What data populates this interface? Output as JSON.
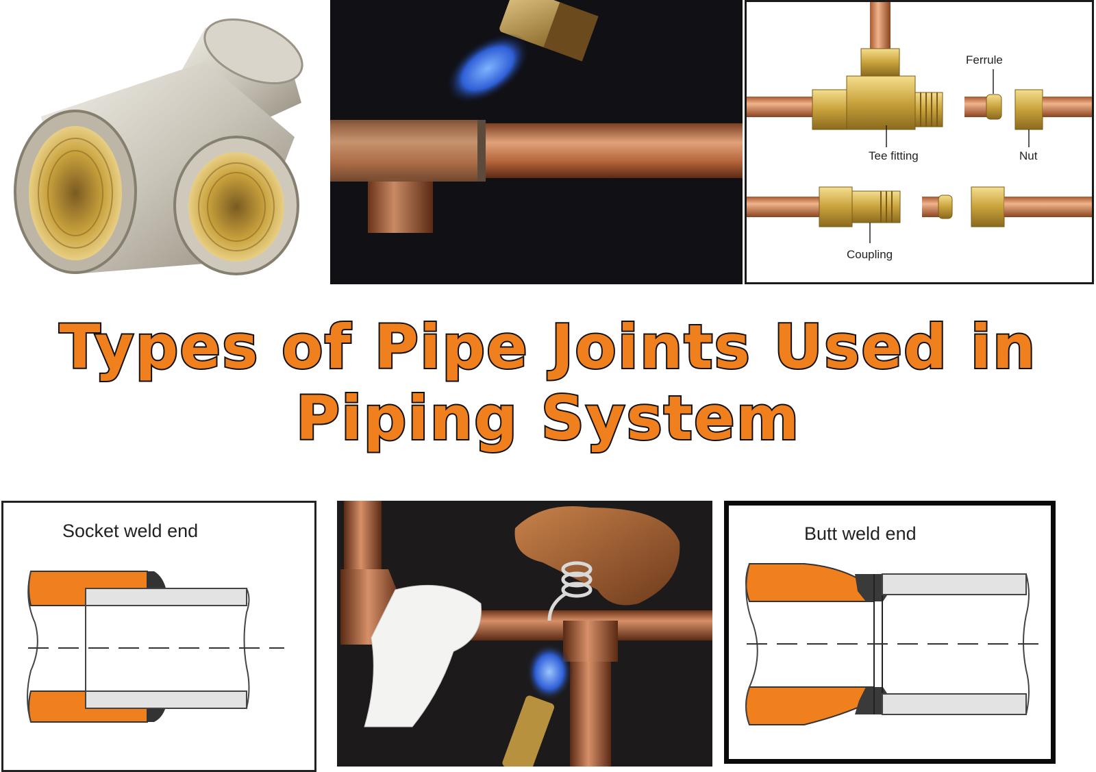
{
  "title": {
    "line1": "Types of Pipe Joints Used in",
    "line2": "Piping System"
  },
  "compression_fitting": {
    "ferrule_label": "Ferrule",
    "tee_label": "Tee fitting",
    "nut_label": "Nut",
    "coupling_label": "Coupling"
  },
  "socket_weld": {
    "label": "Socket weld end"
  },
  "butt_weld": {
    "label": "Butt weld end"
  },
  "colors": {
    "accent_orange": "#f07f1e",
    "outline": "#111111",
    "copper": "#c8784a",
    "brass": "#c9a23c"
  }
}
